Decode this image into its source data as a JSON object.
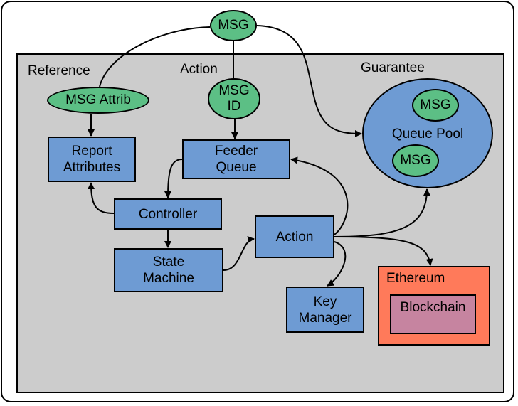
{
  "labels": {
    "reference": "Reference",
    "action": "Action",
    "guarantee": "Guarantee"
  },
  "nodes": {
    "msg_top": "MSG",
    "msg_attrib": "MSG Attrib",
    "msg_id": "MSG\nID",
    "report_attributes": "Report\nAttributes",
    "feeder_queue": "Feeder\nQueue",
    "controller": "Controller",
    "state_machine": "State\nMachine",
    "action": "Action",
    "key_manager": "Key\nManager",
    "queue_pool": "Queue Pool",
    "pool_msg_1": "MSG",
    "pool_msg_2": "MSG",
    "ethereum": "Ethereum",
    "blockchain": "Blockchain"
  },
  "colors": {
    "ellipse_green": "#5cbf85",
    "box_blue": "#6e9bd3",
    "panel_gray": "#cccccc",
    "ethereum_orange": "#ff7a5a",
    "blockchain_pink": "#c684a0"
  }
}
